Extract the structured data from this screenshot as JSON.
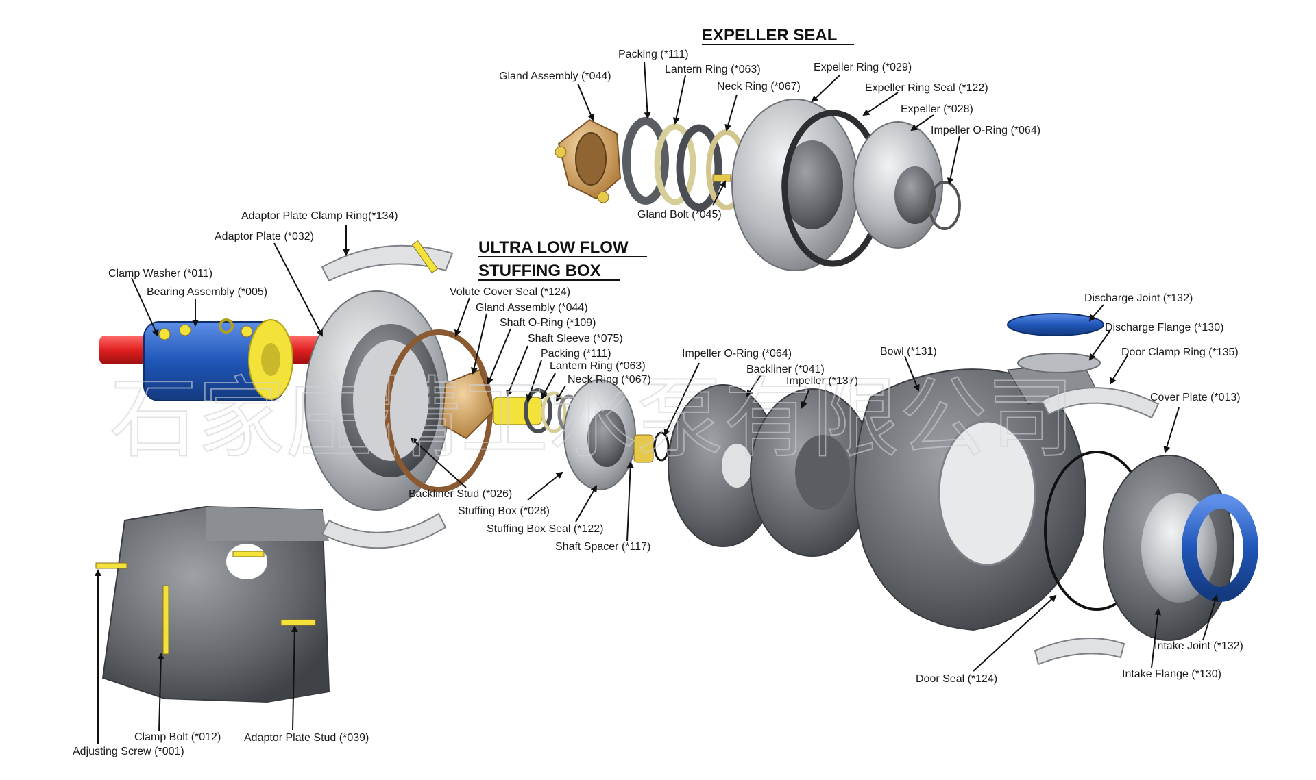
{
  "titles": {
    "expeller_seal": "EXPELLER SEAL",
    "ultra_low_flow_line1": "ULTRA LOW FLOW",
    "ultra_low_flow_line2": "STUFFING BOX"
  },
  "labels": {
    "expeller_packing": "Packing (*111)",
    "expeller_gland_assembly": "Gland Assembly (*044)",
    "expeller_lantern_ring": "Lantern Ring (*063)",
    "expeller_neck_ring": "Neck Ring (*067)",
    "expeller_ring": "Expeller Ring (*029)",
    "expeller_ring_seal": "Expeller Ring Seal (*122)",
    "expeller": "Expeller (*028)",
    "expeller_impeller_o_ring": "Impeller O-Ring (*064)",
    "gland_bolt": "Gland Bolt (*045)",
    "adaptor_plate_clamp_ring": "Adaptor Plate Clamp Ring(*134)",
    "adaptor_plate": "Adaptor Plate (*032)",
    "clamp_washer": "Clamp Washer (*011)",
    "bearing_assembly": "Bearing Assembly (*005)",
    "volute_cover_seal": "Volute Cover Seal (*124)",
    "gland_assembly": "Gland Assembly (*044)",
    "shaft_o_ring": "Shaft O-Ring (*109)",
    "shaft_sleeve": "Shaft Sleeve (*075)",
    "packing": "Packing (*111)",
    "lantern_ring": "Lantern Ring (*063)",
    "neck_ring": "Neck Ring (*067)",
    "impeller_o_ring": "Impeller O-Ring (*064)",
    "backliner": "Backliner (*041)",
    "impeller": "Impeller (*137)",
    "bowl": "Bowl (*131)",
    "discharge_joint": "Discharge Joint (*132)",
    "discharge_flange": "Discharge Flange (*130)",
    "door_clamp_ring": "Door Clamp Ring (*135)",
    "cover_plate": "Cover Plate (*013)",
    "backliner_stud": "Backliner Stud (*026)",
    "stuffing_box": "Stuffing Box (*028)",
    "stuffing_box_seal": "Stuffing Box Seal (*122)",
    "shaft_spacer": "Shaft Spacer (*117)",
    "intake_joint": "Intake Joint (*132)",
    "intake_flange": "Intake Flange (*130)",
    "door_seal": "Door Seal (*124)",
    "clamp_bolt": "Clamp Bolt (*012)",
    "adaptor_plate_stud": "Adaptor Plate Stud (*039)",
    "adjusting_screw": "Adjusting Screw (*001)"
  },
  "watermark": "石家庄精工水泵有限公司",
  "colors": {
    "metal": "#b9bcc0",
    "metal_dark": "#6d7075",
    "bronze": "#c99a5a",
    "brass": "#e6c84a",
    "blue": "#1f56b8",
    "red": "#e02020",
    "yellow": "#f2e23a",
    "seal_brown": "#8a5a32",
    "black": "#111111"
  }
}
